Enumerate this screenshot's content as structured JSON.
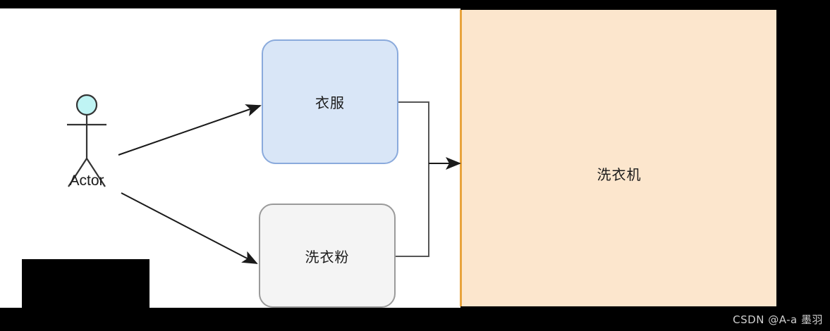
{
  "diagram": {
    "type": "uml-use-case-diagram",
    "actor": {
      "label": "Actor",
      "icon": "stick-figure-actor-icon",
      "head_fill": "#bff4f4",
      "stroke": "#333333"
    },
    "use_cases": [
      {
        "id": "clothes",
        "label": "衣服",
        "fill": "#d9e6f7",
        "border": "#8aaadc"
      },
      {
        "id": "detergent",
        "label": "洗衣粉",
        "fill": "#f4f4f4",
        "border": "#9a9a9a"
      }
    ],
    "system_boundary": {
      "label": "洗衣机",
      "fill": "#fce6cd",
      "border": "#e8a33d"
    },
    "connectors": [
      {
        "id": "actor-to-clothes",
        "from": "actor",
        "to": "clothes",
        "style": "arrow"
      },
      {
        "id": "actor-to-detergent",
        "from": "actor",
        "to": "detergent",
        "style": "arrow"
      },
      {
        "id": "clothes-to-system",
        "from": "clothes",
        "to": "system-boundary",
        "style": "orthogonal-arrow"
      },
      {
        "id": "detergent-to-system",
        "from": "detergent",
        "to": "system-boundary",
        "style": "orthogonal-arrow"
      }
    ]
  },
  "watermark": {
    "text": "CSDN @A-a 墨羽"
  }
}
